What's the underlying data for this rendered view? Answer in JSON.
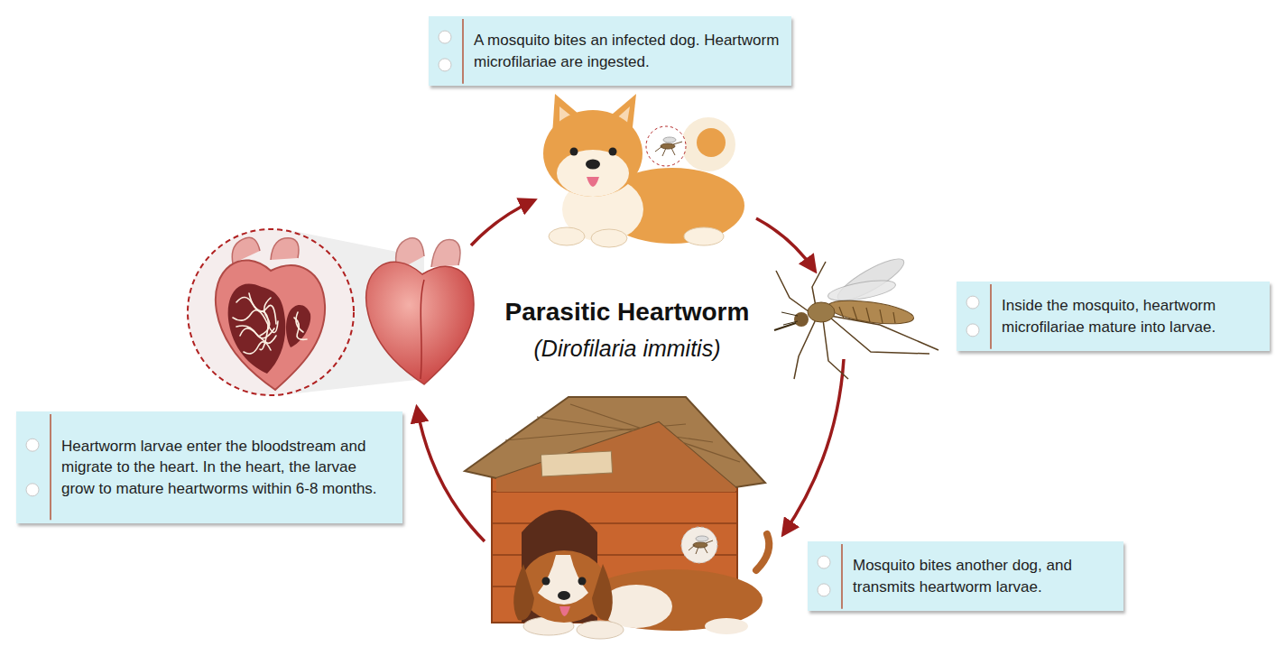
{
  "diagram": {
    "title": "Parasitic Heartworm",
    "nodes": [
      {
        "text": [
          "A mosquito bites an infected dog. Heartworm microfilariae are ingested."
        ]
      },
      {
        "text": [
          "Inside the mosquito, heartworm microfilariae mature into larvae."
        ]
      },
      {
        "text": [
          "Mosquito bites another dog, and transmits heartworm larvae."
        ]
      },
      {
        "text": [
          "Heartworm larvae enter the bloodstream and migrate to the heart. In the heart, the larvae grow to mature heartworms within 6-8 months."
        ]
      }
    ],
    "labels": [
      "(Dirofilaria immitis)"
    ]
  }
}
